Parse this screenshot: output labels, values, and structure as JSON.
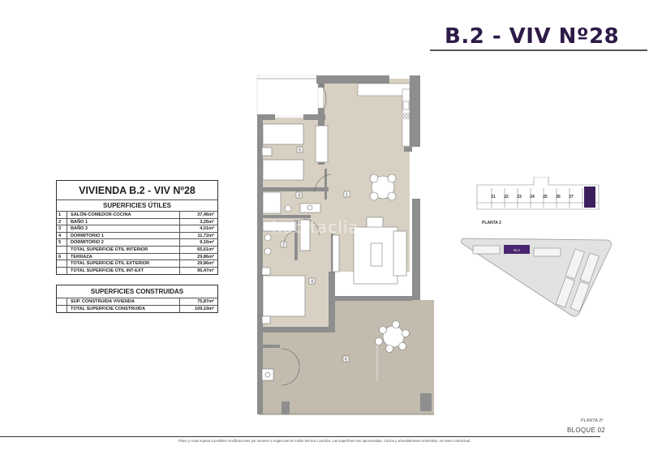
{
  "header": {
    "title": "B.2 - VIV Nº28"
  },
  "surface_table": {
    "title": "VIVIENDA B.2 - VIV Nº28",
    "section_title": "SUPERFICIES ÚTILES",
    "rows": [
      {
        "num": "1",
        "name": "SALÓN-COMEDOR-COCINA",
        "value": "37,46m²"
      },
      {
        "num": "2",
        "name": "BAÑO 1",
        "value": "3,26m²"
      },
      {
        "num": "3",
        "name": "BAÑO 2",
        "value": "4,01m²"
      },
      {
        "num": "4",
        "name": "DORMITORIO 1",
        "value": "11,72m²"
      },
      {
        "num": "5",
        "name": "DORMITORIO 2",
        "value": "9,16m²"
      },
      {
        "num": "",
        "name": "TOTAL SUPERFICIE ÚTIL INTERIOR",
        "value": "65,61m²"
      },
      {
        "num": "6",
        "name": "TERRAZA",
        "value": "29,86m²"
      },
      {
        "num": "",
        "name": "TOTAL SUPERFICIE ÚTIL EXTERIOR",
        "value": "29,86m²"
      },
      {
        "num": "",
        "name": "TOTAL SUPERFICIE ÚTIL INT-EXT",
        "value": "95,47m²"
      }
    ]
  },
  "built_table": {
    "section_title": "SUPERFICIES CONSTRUIDAS",
    "rows": [
      {
        "num": "",
        "name": "SUP. CONSTRUIDA VIVIENDA",
        "value": "75,87m²"
      },
      {
        "num": "",
        "name": "TOTAL SUPERFICIE CONSTRUIDA",
        "value": "109,19m²"
      }
    ]
  },
  "key_plan": {
    "units": [
      "21",
      "22",
      "23",
      "24",
      "25",
      "26",
      "27"
    ],
    "highlighted_unit": "28",
    "label": "PLANTA 2",
    "highlight_color": "#3b1f5c"
  },
  "site_plan": {
    "highlight_label": "BL2",
    "highlight_color": "#4a2670"
  },
  "floor_plan": {
    "room_labels": [
      "1",
      "2",
      "3",
      "4",
      "5",
      "6"
    ],
    "colors": {
      "interior_floor": "#d8d1c3",
      "terrace_floor": "#c2bbae",
      "wall": "#8e8e8e",
      "furniture": "#ffffff"
    }
  },
  "watermark": "habitaclia",
  "footer": {
    "floor": "PLANTA 2ª",
    "block": "BLOQUE 02",
    "disclaimer": "Plano y cotas sujetos a posibles modificaciones por razones o exigencias de índole técnica o jurídica. Las superficies son aproximadas. Cocina y amueblamiento orientativo, sin valor contractual."
  }
}
